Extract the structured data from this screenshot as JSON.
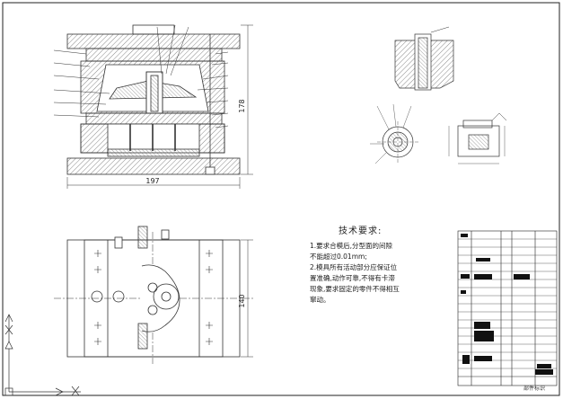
{
  "dimensions": {
    "width_dim": "197",
    "height_dim": "178",
    "plan_dim": "140"
  },
  "tech_requirements": {
    "title": "技术要求:",
    "lines": [
      "1.要求合模后,分型面的间隙",
      "   不能超过0.01mm;",
      "2.模具所有活动部分应保证位",
      "   置准确,动作可靠,不得有卡滞",
      "   现象,要求固定的零件不得相互",
      "   窜动。"
    ]
  },
  "title_block": {
    "footer_label": "部件标识"
  }
}
